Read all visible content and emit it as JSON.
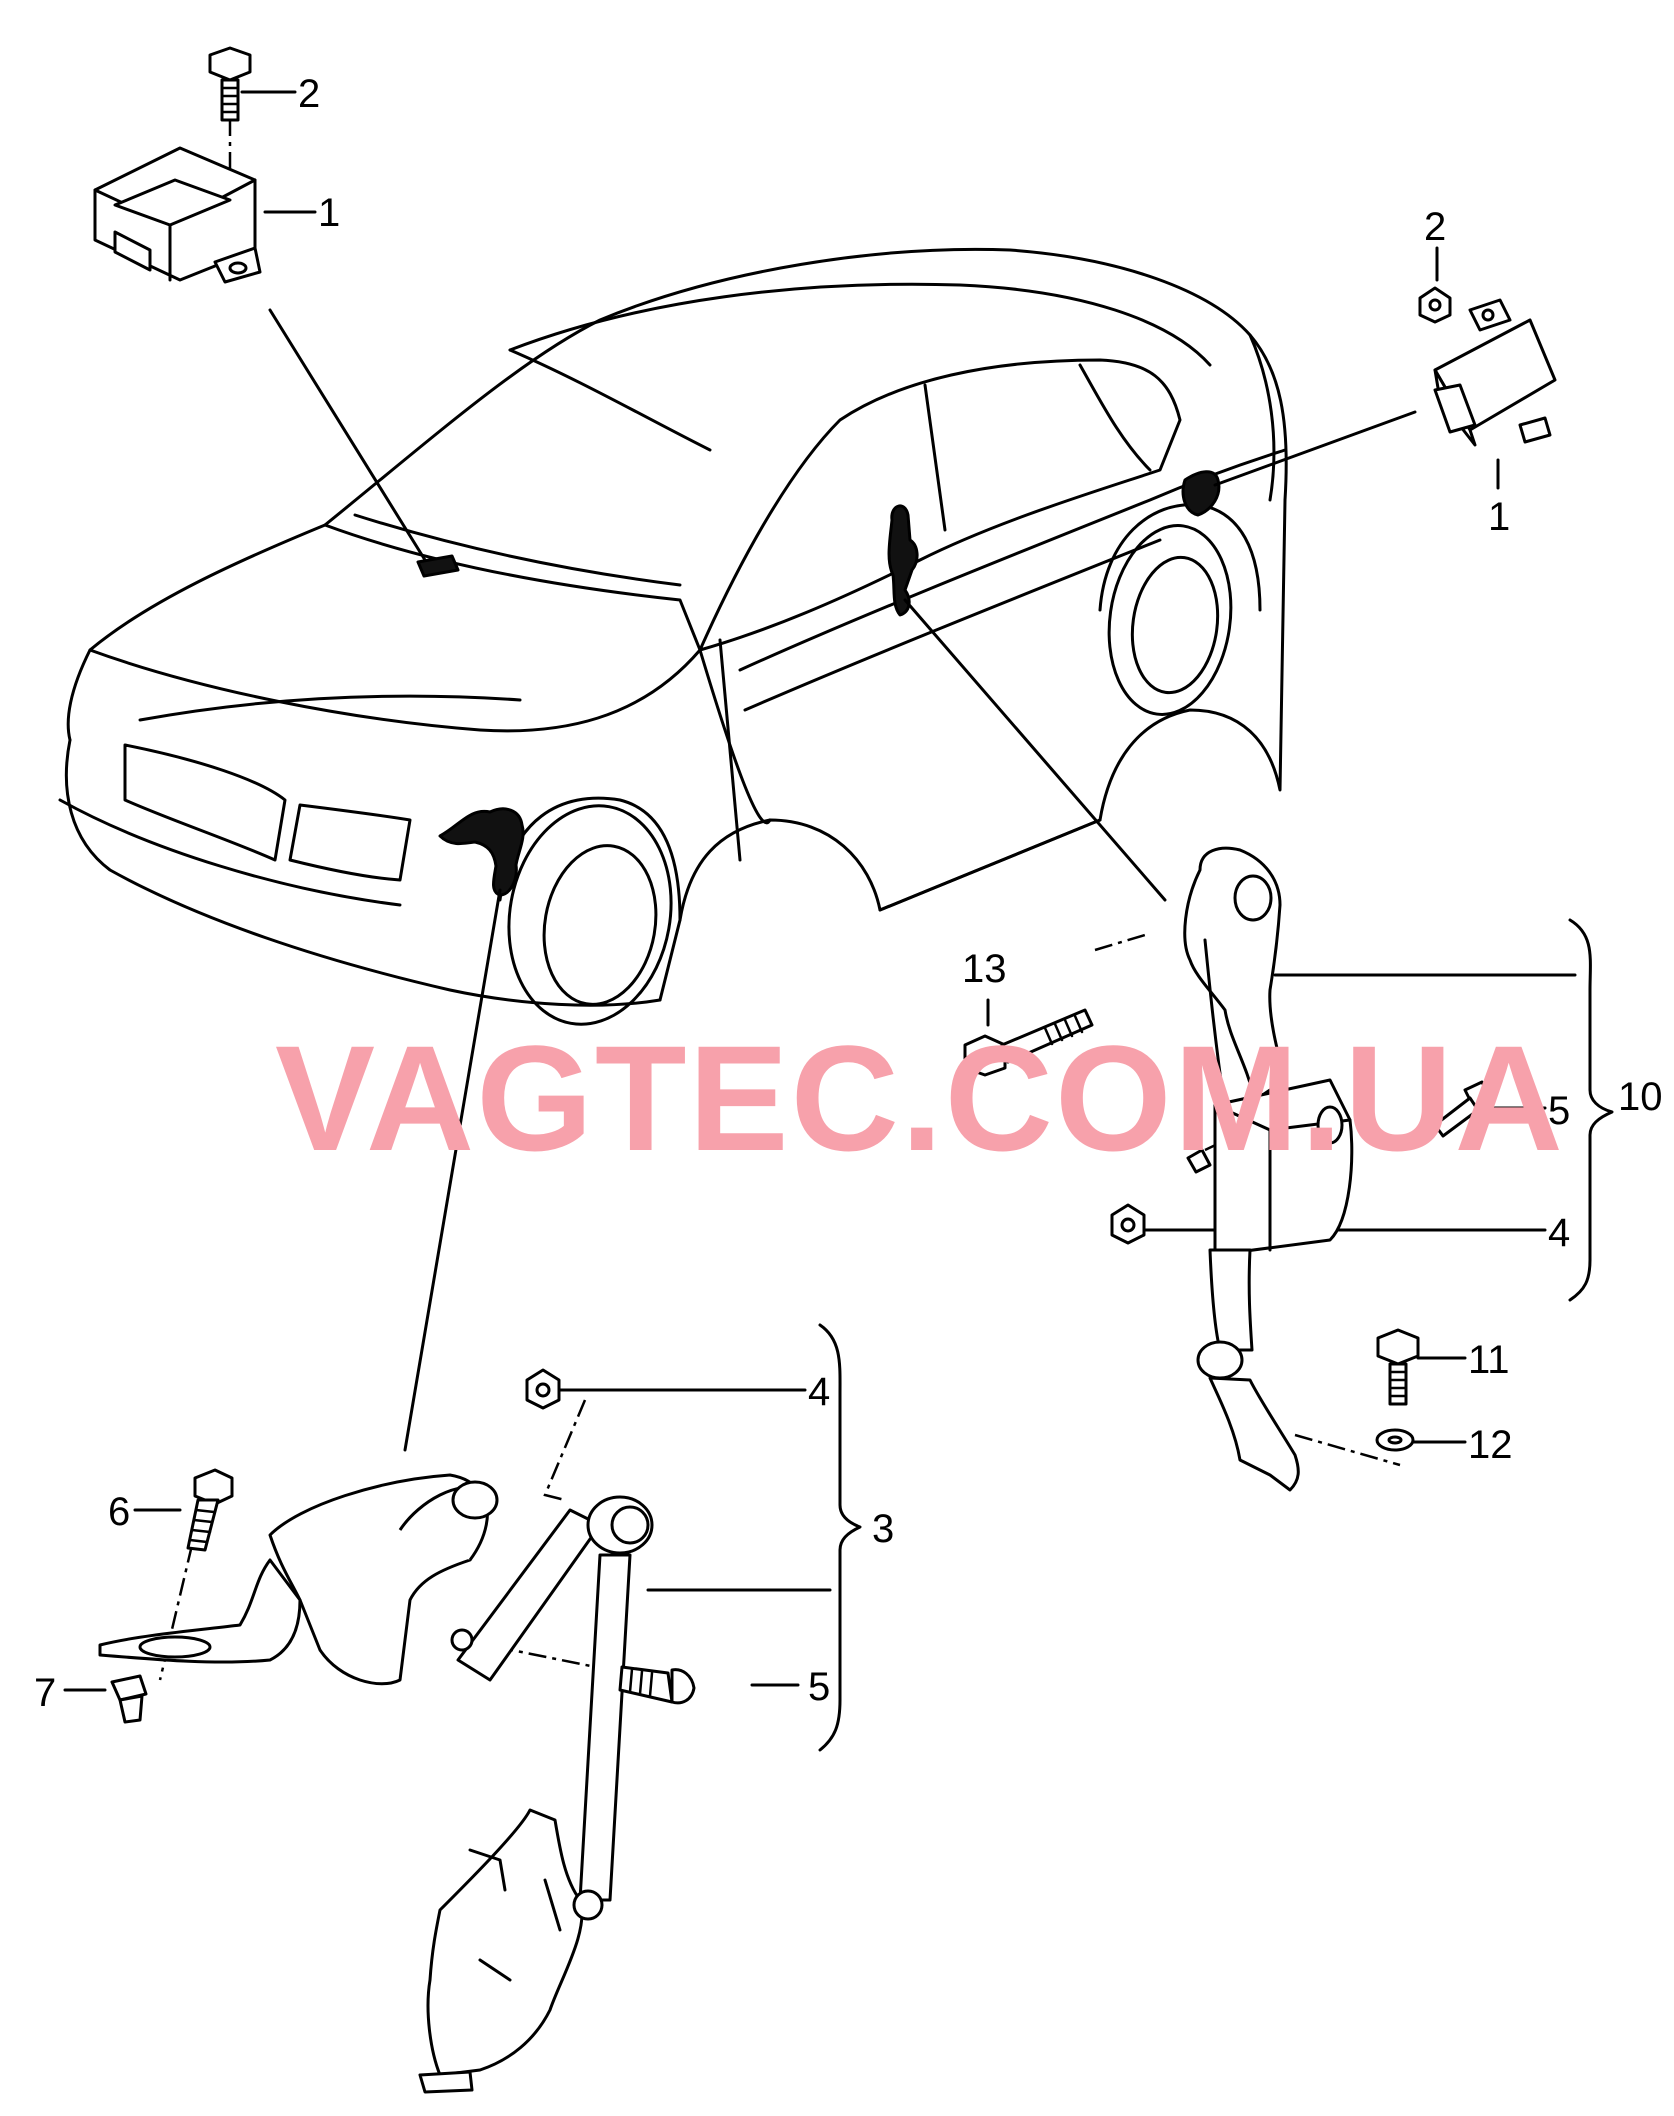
{
  "watermark": "VAGTEC.COM.UA",
  "callouts": {
    "c1_top": "1",
    "c2_top": "2",
    "c2_right": "2",
    "c1_right": "1",
    "c13": "13",
    "c10": "10",
    "c5_right": "5",
    "c4_right": "4",
    "c11": "11",
    "c12": "12",
    "c4_left": "4",
    "c3": "3",
    "c6": "6",
    "c7": "7",
    "c5_left": "5"
  },
  "colors": {
    "line": "#000000",
    "watermark": "#f7a1ab",
    "background": "#ffffff"
  }
}
